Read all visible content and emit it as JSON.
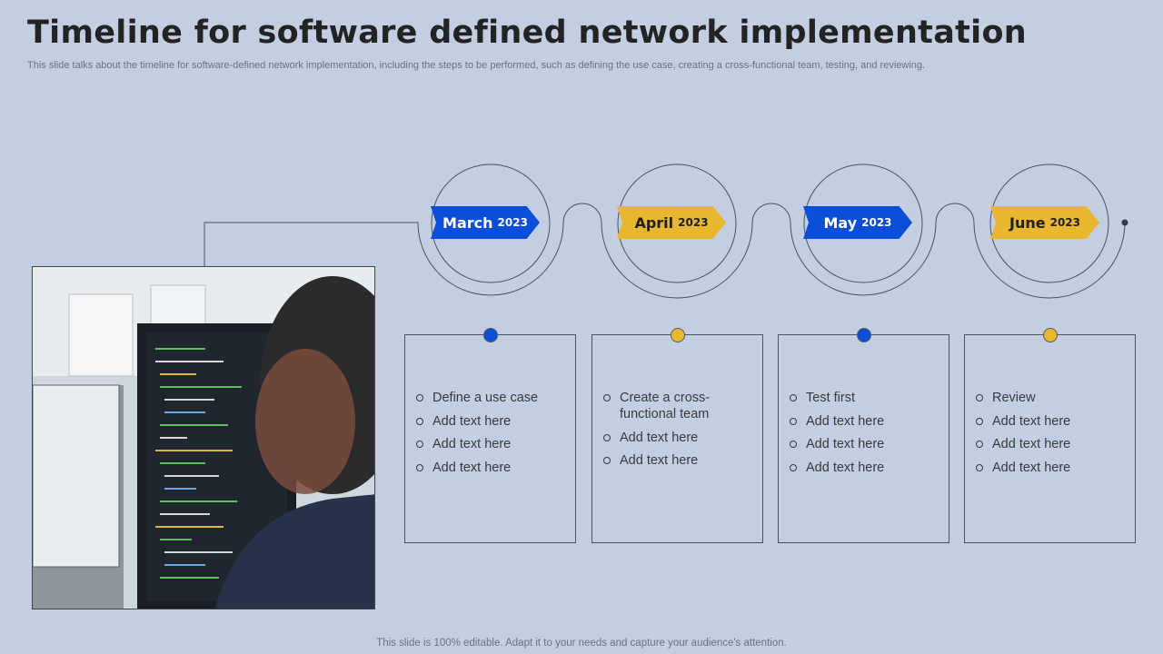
{
  "title": "Timeline for software defined network implementation",
  "subtitle": "This slide talks about the timeline for software-defined network implementation, including the steps to be performed, such as defining the use case, creating a cross-functional team, testing, and reviewing.",
  "footer": "This slide is 100% editable. Adapt it to your needs and capture your audience's attention.",
  "colors": {
    "background": "#c3cee2",
    "blue": "#0b4fd8",
    "yellow": "#e9b72f"
  },
  "photo": {
    "description_icon": "developer-at-computer-photo"
  },
  "milestones": [
    {
      "month": "March",
      "year": "2023",
      "color": "blue",
      "items": [
        "Define a use case",
        "Add text here",
        "Add text here",
        "Add text here"
      ]
    },
    {
      "month": "April",
      "year": "2023",
      "color": "yellow",
      "items": [
        "Create a cross-functional team",
        "Add text here",
        "Add text here"
      ]
    },
    {
      "month": "May",
      "year": "2023",
      "color": "blue",
      "items": [
        "Test first",
        "Add text here",
        "Add text here",
        "Add text here"
      ]
    },
    {
      "month": "June",
      "year": "2023",
      "color": "yellow",
      "items": [
        "Review",
        "Add text here",
        "Add text here",
        "Add text here"
      ]
    }
  ]
}
